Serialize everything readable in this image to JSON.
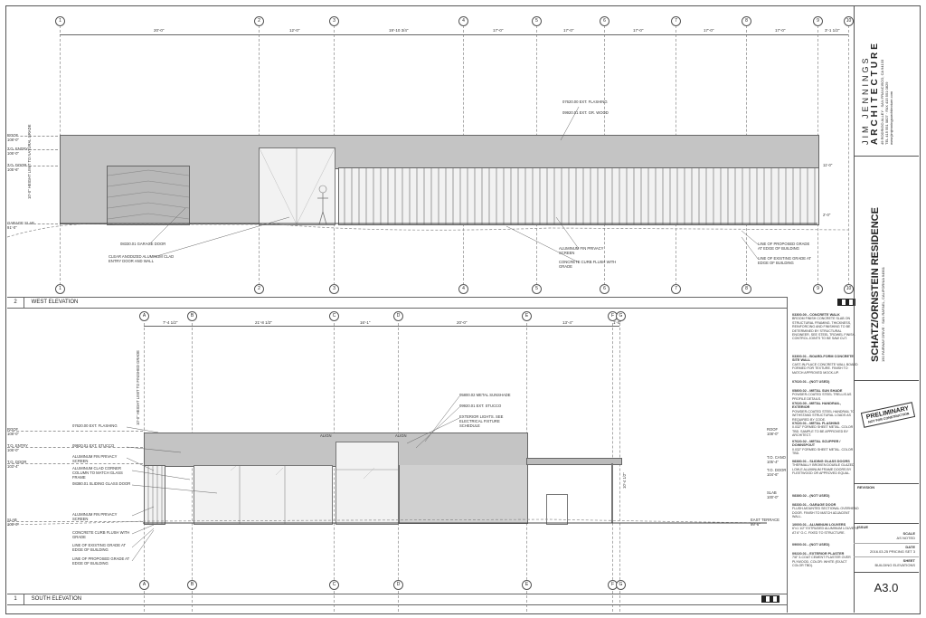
{
  "title_block": {
    "firm_name": "JIM JENNINGS",
    "firm_sub": "ARCHITECTURE",
    "firm_address": "49 RODRIGO ALLEY · SAN FRANCISCO, CA 94133",
    "firm_phone": "TEL 415 551 0827 · FAX 415 551 0829",
    "firm_web": "www.jimjenningsarchitecture.com",
    "project_name": "SCHATZ/ORNSTEIN RESIDENCE",
    "project_address": "150 FAIRWAY DRIVE · SAN RAFAEL, CALIFORNIA 94901",
    "stamp_line1": "PRELIMINARY",
    "stamp_line2": "NOT FOR CONSTRUCTION",
    "revision_label": "REVISION",
    "issue_label": "ISSUE",
    "scale_label": "SCALE",
    "scale_value": "AS NOTED",
    "date_label": "DATE",
    "date_value": "2016.03.25 PRICING SET 3",
    "sheet_label": "SHEET",
    "sheet_title": "BUILDING ELEVATIONS",
    "sheet_number": "A3.0"
  },
  "west": {
    "banner_num": "2",
    "banner_title": "WEST ELEVATION",
    "grid": [
      "1",
      "2",
      "3",
      "4",
      "5",
      "6",
      "7",
      "8",
      "9",
      "10"
    ],
    "dims": [
      "20'-0\"",
      "12'-0\"",
      "19'-10 3/4\"",
      "17'-0\"",
      "17'-0\"",
      "17'-0\"",
      "17'-0\"",
      "17'-0\"",
      "3'-1 1/2\""
    ],
    "levels": [
      {
        "name": "ROOF",
        "value": "108'-0\""
      },
      {
        "name": "T.O. ENTRY",
        "value": "106'-0\""
      },
      {
        "name": "T.O. DOOR",
        "value": "105'-6\""
      },
      {
        "name": "GARAGE SLAB",
        "value": "91'-0\""
      }
    ],
    "callouts": {
      "flashing": "07620.00 EXT. FLASHING",
      "stucco": "09920.01 EXT. GR. WOOD",
      "garage": "08330.01 GARAGE DOOR",
      "entry": "CLEAR ANODIZED ALUMINUM CLAD ENTRY DOOR AND WALL",
      "fin_screen": "ALUMINUM FIN PRIVACY SCREEN",
      "curb": "CONCRETE CURB FLUSH WITH GRADE",
      "proposed": "LINE OF PROPOSED GRADE AT EDGE OF BUILDING",
      "existing": "LINE OF EXISTING GRADE AT EDGE OF BUILDING"
    },
    "vdims": [
      "10'-0\" HEIGHT LIMIT TO NATURAL GRADE",
      "11'-0\"",
      "2'-0\""
    ]
  },
  "south": {
    "banner_num": "1",
    "banner_title": "SOUTH ELEVATION",
    "grid": [
      "A",
      "B",
      "C",
      "D",
      "E",
      "F",
      "G"
    ],
    "dims": [
      "7'-4 1/2\"",
      "21'-8 1/2\"",
      "16'-1\"",
      "20'-0\"",
      "13'-4\"",
      "1'-0\""
    ],
    "levels": [
      {
        "name": "ROOF",
        "value": "108'-0\""
      },
      {
        "name": "T.O. ENTRY",
        "value": "106'-0\""
      },
      {
        "name": "T.O. DOOR",
        "value": "103'-4\""
      },
      {
        "name": "SLAB",
        "value": "100'-0\""
      }
    ],
    "right_levels": [
      {
        "name": "ROOF",
        "value": "108'-0\""
      },
      {
        "name": "T.O. CANO",
        "value": "105'-4\""
      },
      {
        "name": "T.O. DOOR",
        "value": "104'-6\""
      },
      {
        "name": "SLAB",
        "value": "100'-0\""
      },
      {
        "name": "EAST TERRACE",
        "value": "99'-6\""
      }
    ],
    "callouts": {
      "flashing": "07620.00 EXT. FLASHING",
      "stucco": "09920.01 EXT. STUCCO",
      "fin_screen": "ALUMINUM FIN PRIVACY SCREEN",
      "aluminum_column": "ALUMINUM CLAD CORNER COLUMN TO MATCH GLASS FRAME",
      "sliding": "08380.01 SLIDING GLASS DOOR",
      "metal": "05800.02 METAL SUNSHADE",
      "lights": "EXTERIOR LIGHTS. SEE ELECTRICAL FIXTURE SCHEDULE",
      "fin_bottom": "ALUMINUM FIN PRIVACY SCREEN",
      "curb": "CONCRETE CURB FLUSH WITH GRADE",
      "existing": "LINE OF EXISTING GRADE AT EDGE OF BUILDING",
      "proposed": "LINE OF PROPOSED GRADE AT EDGE OF BUILDING",
      "align": "ALIGN"
    },
    "vdims": [
      "10'-0\" HEIGHT LIMIT TO FINISHED GRADE",
      "10'-4 1/2\""
    ]
  },
  "specs": [
    {
      "title": "03300.00 - CONCRETE WALK",
      "body": "BROOM FINISH CONCRETE SLAB ON STRUCTURAL FRAMING. THICKNESS, REINFORCING AND FINISHING TO BE DETERMINED BY STRUCTURAL ENGINEER. SEE STEEL TROWEL FINISH. CONTROL JOINTS TO BE SAW CUT."
    },
    {
      "title": "03300.01 - BOARD-FORM CONCRETE SITE WALL",
      "body": "CAST-IN-PLACE CONCRETE WALL BOARD FORMED FOR TEXTURE. FINISH TO MATCH APPROVED MOCK-UP."
    },
    {
      "title": "07620.01 - (NOT USED)",
      "body": ""
    },
    {
      "title": "05800.02 - METAL SUN SHADE",
      "body": "POWDER-COATED STEEL TRELLIS AS PROFILE DETAILS."
    },
    {
      "title": "07620.00 - METAL HANDRAIL, EXTERIOR",
      "body": "POWDER-COATED STEEL HANDRAIL TO WITHSTAND STRUCTURAL LOADS AS REQUIRED BY CODE."
    },
    {
      "title": "07620.01 - METAL FLASHING",
      "body": "0.032\" FORMED SHEET METAL. COLOR TBD. SAMPLE TO BE APPROVED BY ARCHITECT."
    },
    {
      "title": "07620.02 - METAL SCUPPER / DOWNSPOUT",
      "body": "0.032\" FORMED SHEET METAL. COLOR TBD."
    },
    {
      "title": "08380.01 - SLIDING GLASS DOORS",
      "body": "THERMALLY BROKEN DOUBLE GLAZED LOW-E ALUMINUM FRAME DOORS BY FLEETWOOD OR APPROVED EQUAL."
    },
    {
      "title": "08380.02 - (NOT USED)",
      "body": ""
    },
    {
      "title": "08330.01 - GARAGE DOOR",
      "body": "FLUSH-MOUNTED SECTIONAL OVERHEAD DOOR. FINISH TO MATCH ADJACENT WALL."
    },
    {
      "title": "10000.01 - ALUMINUM LOUVERS",
      "body": "6\"x1 1/2\" EXTRUDED ALUMINUM LOUVERS AT 6\" O.C. FIXED TO STRUCTURE."
    },
    {
      "title": "09000.01 - (NOT USED)",
      "body": ""
    },
    {
      "title": "09220.01 - EXTERIOR PLASTER",
      "body": "7/8\" 3-COAT CEMENT PLASTER OVER PLYWOOD. COLOR: WHITE (EXACT COLOR TBD)."
    }
  ]
}
